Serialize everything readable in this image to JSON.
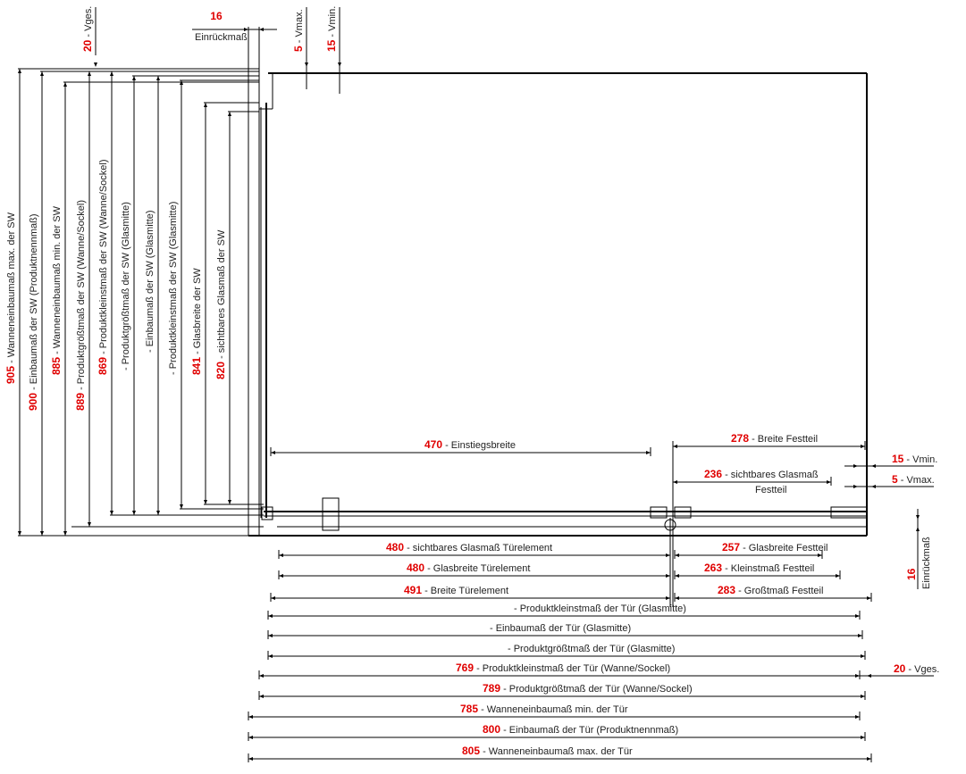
{
  "vertical_dims": [
    {
      "value": "905",
      "label": " - Wanneneinbaumaß max. der SW"
    },
    {
      "value": "900",
      "label": " - Einbaumaß der SW (Produktnennmaß)"
    },
    {
      "value": "885",
      "label": " - Wanneneinbaumaß min. der SW"
    },
    {
      "value": "889",
      "label": " - Produktgrößtmaß der SW (Wanne/Sockel)"
    },
    {
      "value": "869",
      "label": " - Produktkleinstmaß der SW (Wanne/Sockel)"
    },
    {
      "value": "",
      "label": "- Produktgrößtmaß der SW (Glasmitte)"
    },
    {
      "value": "",
      "label": "- Einbaumaß der SW (Glasmitte)"
    },
    {
      "value": "",
      "label": "- Produktkleinstmaß der SW (Glasmitte)"
    },
    {
      "value": "841",
      "label": " - Glasbreite der SW"
    },
    {
      "value": "820",
      "label": " - sichtbares Glasmaß der SW"
    }
  ],
  "top_dims": {
    "einrueck": {
      "value": "16",
      "label": "Einrückmaß"
    },
    "vges": {
      "value": "20",
      "label": " - Vges."
    },
    "vmax": {
      "value": "5",
      "label": " - Vmax."
    },
    "vmin": {
      "value": "15",
      "label": " - Vmin."
    }
  },
  "inner_dims": [
    {
      "value": "470",
      "label": " - Einstiegsbreite"
    },
    {
      "value": "278",
      "label": " - Breite Festteil"
    },
    {
      "value": "236",
      "label": " - sichtbares Glasmaß",
      "label2": "Festteil"
    }
  ],
  "right_dims": {
    "vmin": {
      "value": "15",
      "label": " - Vmin."
    },
    "vmax": {
      "value": "5",
      "label": " - Vmax."
    },
    "einrueck": {
      "value": "16",
      "label": "Einrückmaß"
    },
    "vges": {
      "value": "20",
      "label": " - Vges."
    }
  },
  "bottom_dims": [
    {
      "value": "480",
      "label": " - sichtbares Glasmaß Türelement"
    },
    {
      "value": "480",
      "label": " - Glasbreite Türelement"
    },
    {
      "value": "491",
      "label": " - Breite Türelement"
    },
    {
      "value": "",
      "label": "- Produktkleinstmaß der Tür (Glasmitte)"
    },
    {
      "value": "",
      "label": "- Einbaumaß der Tür (Glasmitte)"
    },
    {
      "value": "",
      "label": "- Produktgrößtmaß der Tür (Glasmitte)"
    },
    {
      "value": "769",
      "label": "  - Produktkleinstmaß der Tür (Wanne/Sockel)"
    },
    {
      "value": "789",
      "label": "  - Produktgrößtmaß der Tür (Wanne/Sockel)"
    },
    {
      "value": "785",
      "label": " - Wanneneinbaumaß min. der Tür"
    },
    {
      "value": "800",
      "label": "  - Einbaumaß der Tür (Produktnennmaß)"
    },
    {
      "value": "805",
      "label": "  - Wanneneinbaumaß max. der Tür"
    }
  ],
  "festteil_dims": [
    {
      "value": "257",
      "label": " - Glasbreite Festteil"
    },
    {
      "value": "263",
      "label": " - Kleinstmaß Festteil"
    },
    {
      "value": "283",
      "label": " - Großtmaß Festteil"
    }
  ],
  "colors": {
    "number": "#e00000",
    "line": "#000000"
  }
}
